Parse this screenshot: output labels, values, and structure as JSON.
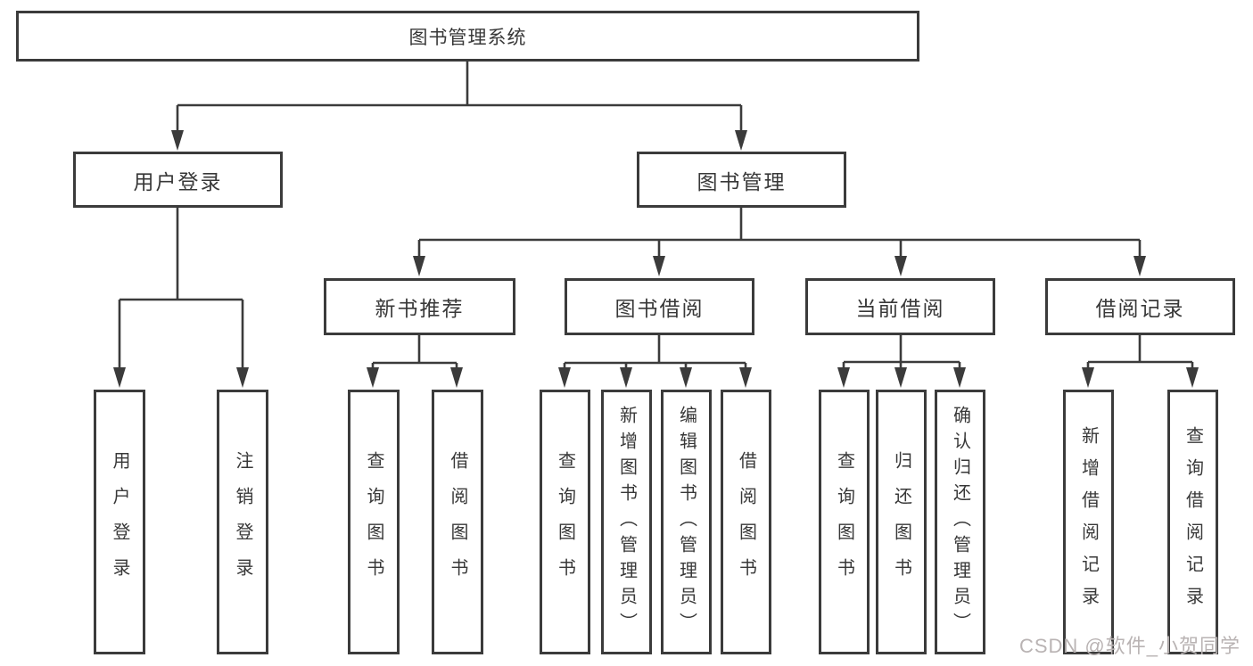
{
  "diagram": {
    "root": "图书管理系统",
    "user_login": {
      "label": "用户登录",
      "children": {
        "login": "用户登录",
        "logout": "注销登录"
      }
    },
    "book_management": {
      "label": "图书管理",
      "new_book_recommend": {
        "label": "新书推荐",
        "children": {
          "query_books": "查询图书",
          "borrow_books": "借阅图书"
        }
      },
      "book_borrowing": {
        "label": "图书借阅",
        "children": {
          "query_books": "查询图书",
          "add_books_admin": "新增图书（管理员）",
          "edit_books_admin": "编辑图书（管理员）",
          "borrow_books": "借阅图书"
        }
      },
      "current_borrowing": {
        "label": "当前借阅",
        "children": {
          "query_books": "查询图书",
          "return_books": "归还图书",
          "confirm_return_admin": "确认归还（管理员）"
        }
      },
      "borrowing_records": {
        "label": "借阅记录",
        "children": {
          "add_record": "新增借阅记录",
          "query_record": "查询借阅记录"
        }
      }
    }
  },
  "watermark": "CSDN @软件_小贺同学",
  "colors": {
    "line": "#3b3b3b",
    "text": "#383838",
    "watermark": "#b9b3b3",
    "background": "#ffffff"
  }
}
